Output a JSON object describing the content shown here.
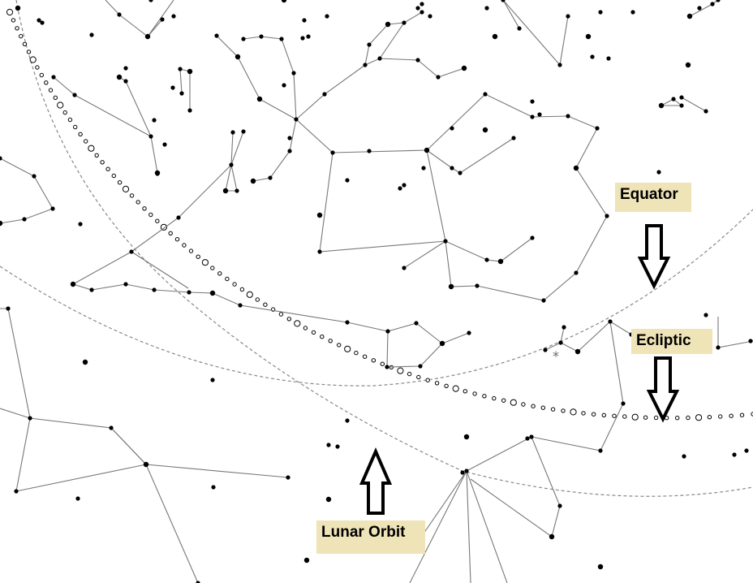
{
  "labels": {
    "equator": "Equator",
    "ecliptic": "Ecliptic",
    "lunar_orbit": "Lunar Orbit"
  },
  "colors": {
    "background": "#ffffff",
    "star": "#000000",
    "constellation_line": "#777777",
    "guide_circle": "#888888",
    "label_bg": "#efe3b8",
    "arrow": "#000000"
  },
  "icons": [
    "arrow-down-icon",
    "arrow-down-icon",
    "arrow-up-icon",
    "asterisk-icon"
  ]
}
